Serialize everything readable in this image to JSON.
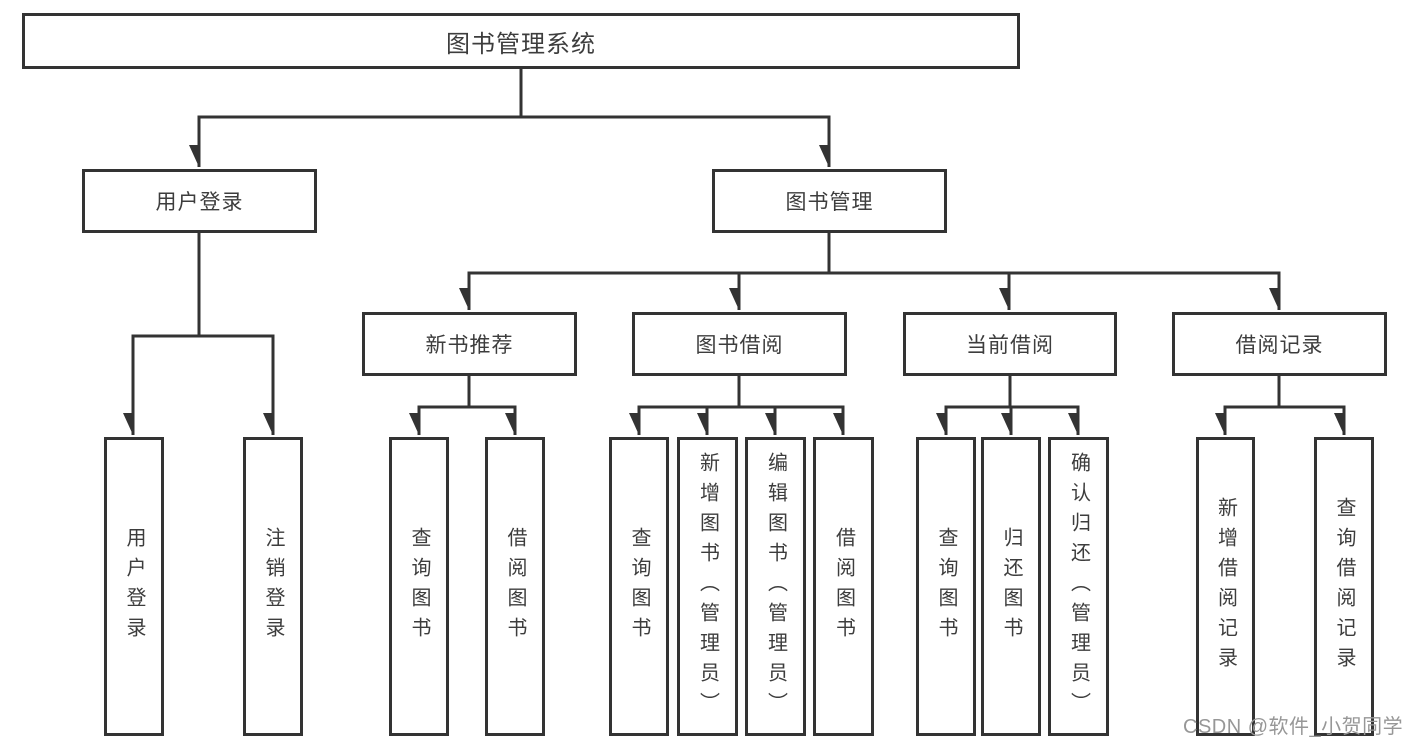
{
  "diagram_type": "tree",
  "nodes": {
    "root": "图书管理系统",
    "l2": [
      "用户登录",
      "图书管理"
    ],
    "l3": [
      "新书推荐",
      "图书借阅",
      "当前借阅",
      "借阅记录"
    ],
    "leaves": [
      "用户登录",
      "注销登录",
      "查询图书",
      "借阅图书",
      "查询图书",
      "新增图书（管理员）",
      "编辑图书（管理员）",
      "借阅图书",
      "查询图书",
      "归还图书",
      "确认归还（管理员）",
      "新增借阅记录",
      "查询借阅记录"
    ]
  },
  "structure": {
    "图书管理系统": [
      "用户登录",
      "图书管理"
    ],
    "用户登录": [
      "用户登录",
      "注销登录"
    ],
    "图书管理": [
      "新书推荐",
      "图书借阅",
      "当前借阅",
      "借阅记录"
    ],
    "新书推荐": [
      "查询图书",
      "借阅图书"
    ],
    "图书借阅": [
      "查询图书",
      "新增图书（管理员）",
      "编辑图书（管理员）",
      "借阅图书"
    ],
    "当前借阅": [
      "查询图书",
      "归还图书",
      "确认归还（管理员）"
    ],
    "借阅记录": [
      "新增借阅记录",
      "查询借阅记录"
    ]
  },
  "watermark": "CSDN @软件_小贺同学",
  "colors": {
    "line": "#333333",
    "box_border": "#333333",
    "text": "#3d3d3d",
    "watermark": "#979797",
    "background": "#ffffff"
  }
}
